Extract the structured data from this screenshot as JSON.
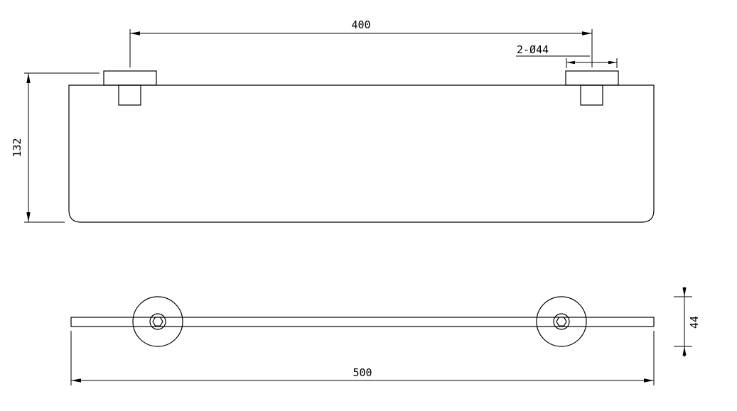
{
  "drawing": {
    "labels": {
      "bracket_spacing": "400",
      "bracket_note": "2-Ø44",
      "front_height": "132",
      "overall_width": "500",
      "bracket_diameter": "44"
    }
  },
  "style": {
    "line_color": "#000000",
    "text_color": "#000000",
    "background": "#ffffff"
  }
}
